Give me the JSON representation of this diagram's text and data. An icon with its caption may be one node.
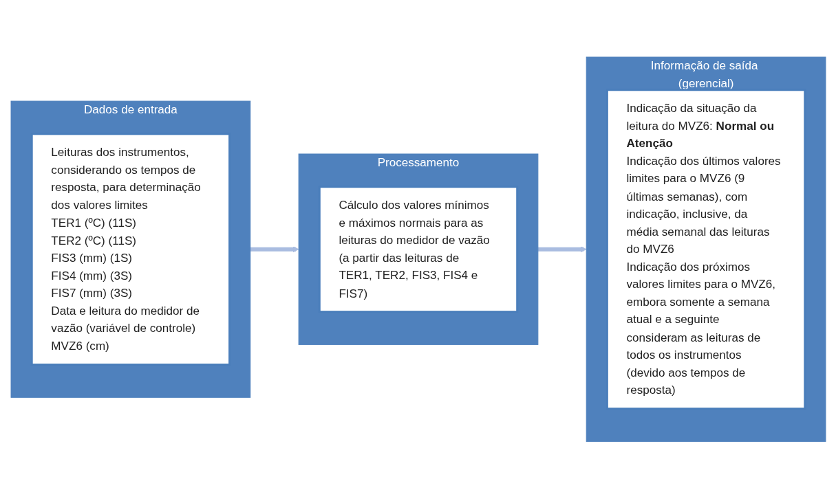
{
  "diagram": {
    "nodes": [
      {
        "text": [
          "Dados de entrada"
        ]
      },
      {
        "text": [
          "Leituras dos instrumentos, considerando os tempos de resposta, para determinação dos valores limites",
          "TER1 (ºC) (11S)",
          "TER2 (ºC) (11S)",
          "FIS3 (mm) (1S)",
          "FIS4 (mm) (3S)",
          "FIS7 (mm) (3S)",
          "Data e leitura do medidor de vazão (variável de controle)",
          "MVZ6 (cm)"
        ],
        "in": 0
      },
      {
        "text": [
          "Processamento"
        ]
      },
      {
        "text": [
          "Cálculo dos valores mínimos e máximos normais para as leituras do medidor de vazão (a partir das leituras de TER1, TER2, FIS3, FIS4 e FIS7)"
        ],
        "in": 2
      },
      {
        "text": [
          "Informação de saída (gerencial)"
        ]
      },
      {
        "text": [
          "Indicação da situação da leitura do MVZ6: **Normal ou Atenção**",
          "Indicação dos últimos valores limites para o MVZ6 (9 últimas semanas), com indicação, inclusive, da média semanal das leituras do MVZ6",
          "Indicação dos próximos valores limites para o MVZ6, embora somente a semana atual e a seguinte consideram as leituras de todos os instrumentos (devido aos tempos de resposta)"
        ],
        "in": 4
      }
    ],
    "edges": [
      {
        "from": 0,
        "to": 2,
        "arrow": "to"
      },
      {
        "from": 2,
        "to": 4,
        "arrow": "to"
      }
    ]
  }
}
